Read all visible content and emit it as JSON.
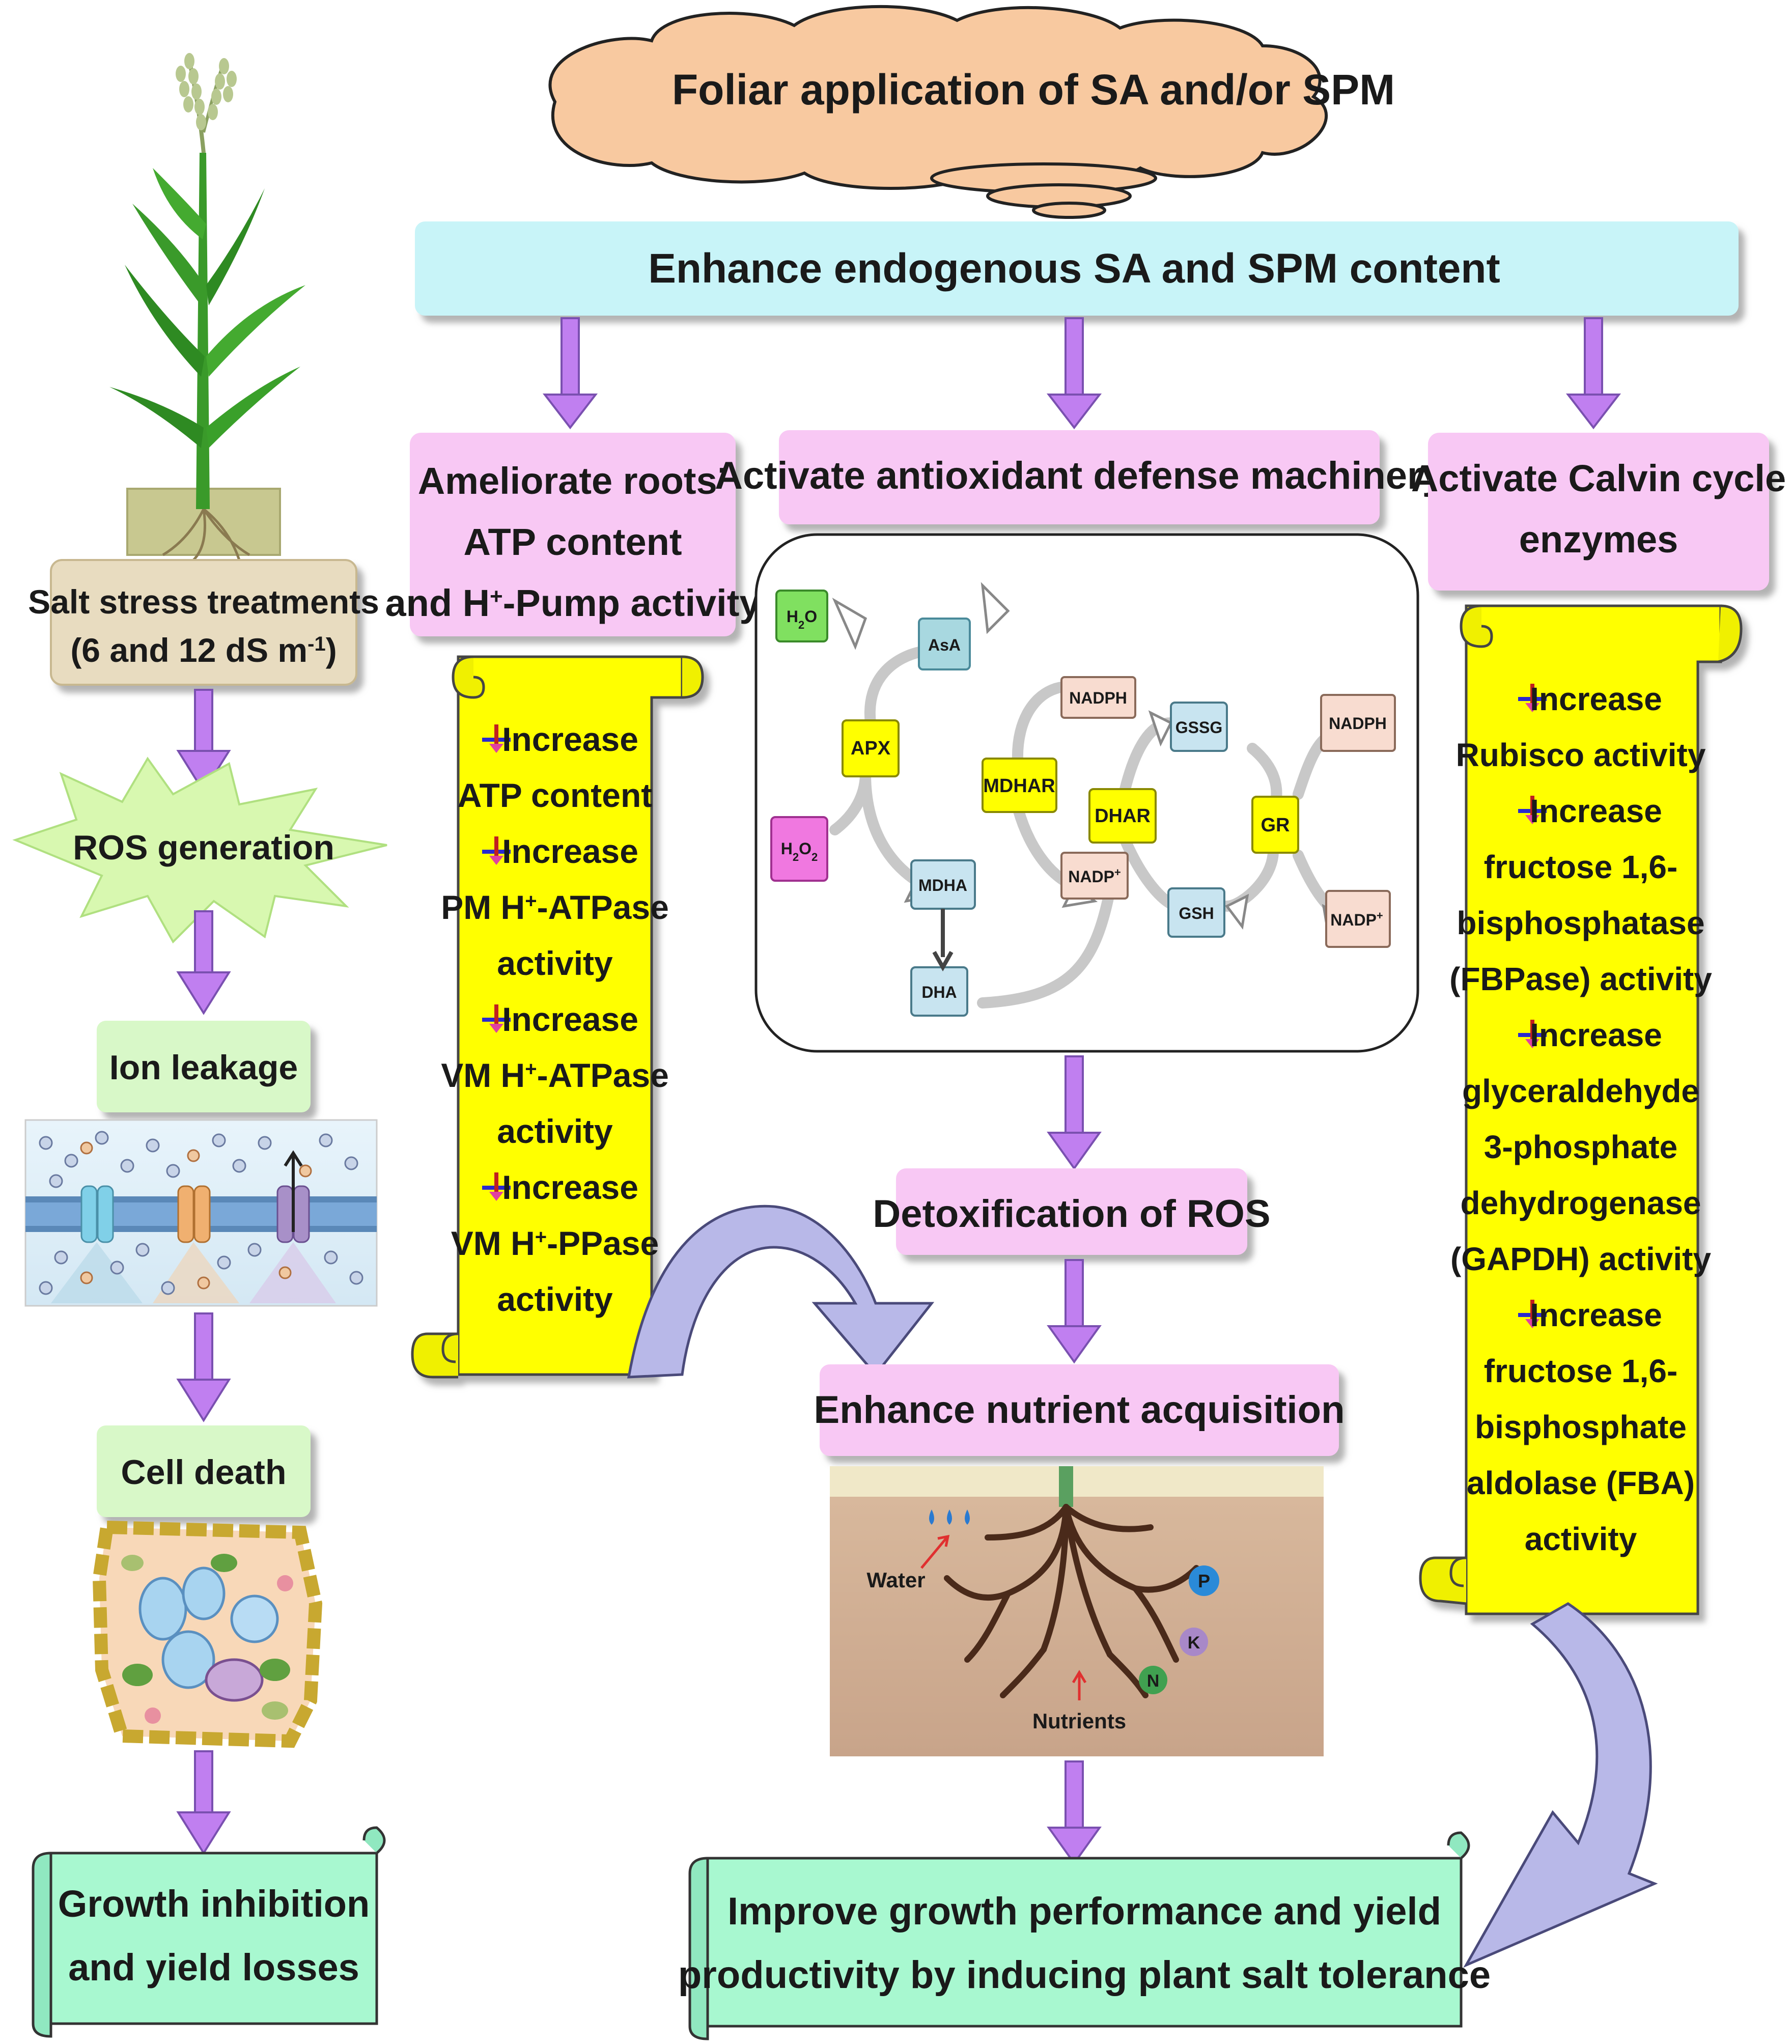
{
  "cloud": {
    "title": "Foliar application of SA and/or SPM"
  },
  "enhance_banner": {
    "text": "Enhance endogenous SA and SPM content"
  },
  "left_column": {
    "salt_stress": {
      "line1": "Salt stress treatments",
      "line2": "(6 and 12 dS m",
      "line2_sup": "-1",
      "line2_end": ")"
    },
    "ros_generation": "ROS generation",
    "ion_leakage": "Ion leakage",
    "cell_death": "Cell death",
    "growth_inhibition": {
      "line1": "Growth inhibition",
      "line2": "and yield losses"
    }
  },
  "roots_box": {
    "line1": "Ameliorate roots’",
    "line2": "ATP content",
    "line3_pre": "and H",
    "line3_sup": "+",
    "line3_post": "-Pump activity"
  },
  "roots_scroll": [
    {
      "kind": "bullet",
      "text": "Increase"
    },
    {
      "kind": "plain",
      "text": "ATP content"
    },
    {
      "kind": "bullet",
      "text": "Increase"
    },
    {
      "kind": "sup",
      "pre": "PM H",
      "sup": "+",
      "post": "-ATPase"
    },
    {
      "kind": "plain",
      "text": "activity"
    },
    {
      "kind": "bullet",
      "text": "Increase"
    },
    {
      "kind": "sup",
      "pre": "VM H",
      "sup": "+",
      "post": "-ATPase"
    },
    {
      "kind": "plain",
      "text": "activity"
    },
    {
      "kind": "bullet",
      "text": "Increase"
    },
    {
      "kind": "sup",
      "pre": "VM H",
      "sup": "+",
      "post": "-PPase"
    },
    {
      "kind": "plain",
      "text": "activity"
    }
  ],
  "antioxidant_box": {
    "text": "Activate antioxidant defense machinery"
  },
  "cycle": {
    "h2o": "H",
    "h2o_sub": "2",
    "h2o_end": "O",
    "h2o2": "H",
    "h2o2_sub1": "2",
    "h2o2_mid": "O",
    "h2o2_sub2": "2",
    "asa": "AsA",
    "apx": "APX",
    "mdha": "MDHA",
    "dha": "DHA",
    "mdhar": "MDHAR",
    "nadph1": "NADPH",
    "nadp1": "NADP",
    "nadp1_sup": "+",
    "dhar": "DHAR",
    "gssg": "GSSG",
    "gsh": "GSH",
    "gr": "GR",
    "nadph2": "NADPH",
    "nadp2": "NADP",
    "nadp2_sup": "+"
  },
  "calvin_box": {
    "line1": "Activate Calvin cycle",
    "line2": "enzymes"
  },
  "calvin_scroll": [
    {
      "kind": "bullet",
      "text": "Increase"
    },
    {
      "kind": "plain",
      "text": "Rubisco activity"
    },
    {
      "kind": "bullet",
      "text": "Increase"
    },
    {
      "kind": "plain",
      "text": "fructose 1,6-"
    },
    {
      "kind": "plain",
      "text": "bisphosphatase"
    },
    {
      "kind": "plain",
      "text": "(FBPase) activity"
    },
    {
      "kind": "bullet",
      "text": "Increase"
    },
    {
      "kind": "plain",
      "text": "glyceraldehyde"
    },
    {
      "kind": "plain",
      "text": "3-phosphate"
    },
    {
      "kind": "plain",
      "text": "dehydrogenase"
    },
    {
      "kind": "plain",
      "text": "(GAPDH) activity"
    },
    {
      "kind": "bullet",
      "text": "Increase"
    },
    {
      "kind": "plain",
      "text": "fructose 1,6-"
    },
    {
      "kind": "plain",
      "text": "bisphosphate"
    },
    {
      "kind": "plain",
      "text": "aldolase (FBA)"
    },
    {
      "kind": "plain",
      "text": "activity"
    }
  ],
  "detox_box": {
    "text": "Detoxification of ROS"
  },
  "nutrient_box": {
    "text": "Enhance nutrient acquisition"
  },
  "soil": {
    "water": "Water",
    "nutrients": "Nutrients",
    "p": "P",
    "k": "K",
    "n": "N"
  },
  "final_box": {
    "line1": "Improve growth performance and yield",
    "line2": "productivity by inducing plant salt tolerance"
  },
  "colors": {
    "cloud": "#f8c9a0",
    "banner": "#c8f4f8",
    "pink": "#f8c8f4",
    "yellow": "#ffff00",
    "green_box": "#d8f8c8",
    "final": "#a8f8d0",
    "arrow": "#c07ff0",
    "curve_arrow": "#b8b8e8",
    "salt": "#e8dcc0",
    "enzyme": "#ffff00",
    "metab": "#c8e4f0",
    "nad": "#f8dcd0"
  }
}
